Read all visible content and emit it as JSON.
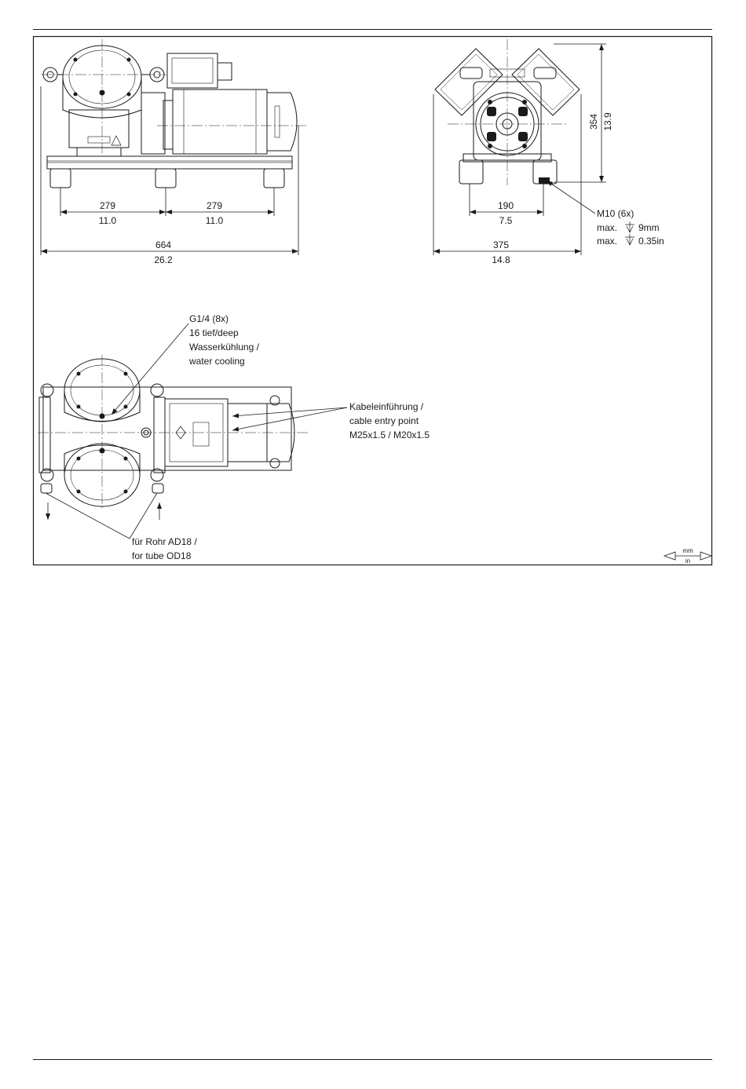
{
  "side_view": {
    "dim_left_mm": "279",
    "dim_left_in": "11.0",
    "dim_right_mm": "279",
    "dim_right_in": "11.0",
    "dim_total_mm": "664",
    "dim_total_in": "26.2"
  },
  "front_view": {
    "dim_height_mm": "354",
    "dim_height_in": "13.9",
    "dim_feet_mm": "190",
    "dim_feet_in": "7.5",
    "dim_width_mm": "375",
    "dim_width_in": "14.8",
    "thread_label": "M10 (6x)",
    "depth_mm_prefix": "max.",
    "depth_mm_value": "9mm",
    "depth_in_prefix": "max.",
    "depth_in_value": "0.35in"
  },
  "top_view": {
    "cooling_lines": [
      "G1/4 (8x)",
      "16 tief/deep",
      "Wasserkühlung /",
      "water cooling"
    ],
    "cable_lines": [
      "Kabeleinführung /",
      "cable entry point",
      "M25x1.5 / M20x1.5"
    ],
    "tube_lines": [
      "für Rohr AD18 /",
      "for tube OD18"
    ]
  },
  "unit_legend": {
    "top": "mm",
    "bottom": "in"
  }
}
